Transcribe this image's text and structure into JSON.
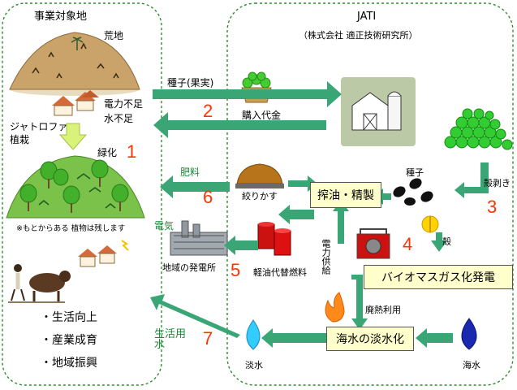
{
  "site": {
    "title": "事業対象地",
    "wasteland": "荒地",
    "power_shortage": "電力不足",
    "water_shortage": "水不足",
    "jatropha": "ジャトロファ",
    "planting": "植栽",
    "greening": "緑化",
    "note": "※もとからある 植物は残します",
    "benefits": [
      "・生活向上",
      "・産業成育",
      "・地域振興"
    ]
  },
  "company": {
    "name": "JATI",
    "full_name": "（株式会社 適正技術研究所）"
  },
  "flows": {
    "seeds_fruit": "種子(果実)",
    "purchase_money": "購入代金",
    "fertilizer": "肥料",
    "press_cake": "絞りかす",
    "seeds": "種子",
    "shelling": "殻剥き",
    "shell": "殻",
    "electricity": "電気",
    "local_power_plant": "地域の発電所",
    "light_oil_fuel": "軽油代替燃料",
    "power_supply": "電力供給",
    "waste_heat": "廃熱利用",
    "living_water": "生活用水",
    "fresh_water": "淡水",
    "seawater": "海水"
  },
  "process": {
    "press_refine": "搾油・精製",
    "biomass_power": "バイオマスガス化発電",
    "desalination": "海水の淡水化"
  },
  "steps": [
    "1",
    "2",
    "3",
    "4",
    "5",
    "6",
    "7"
  ],
  "colors": {
    "arrow_green": "#3aa676",
    "ground_green": "#7ac24a",
    "number_red": "#ff3300",
    "box_fill": "#ffffcc"
  }
}
